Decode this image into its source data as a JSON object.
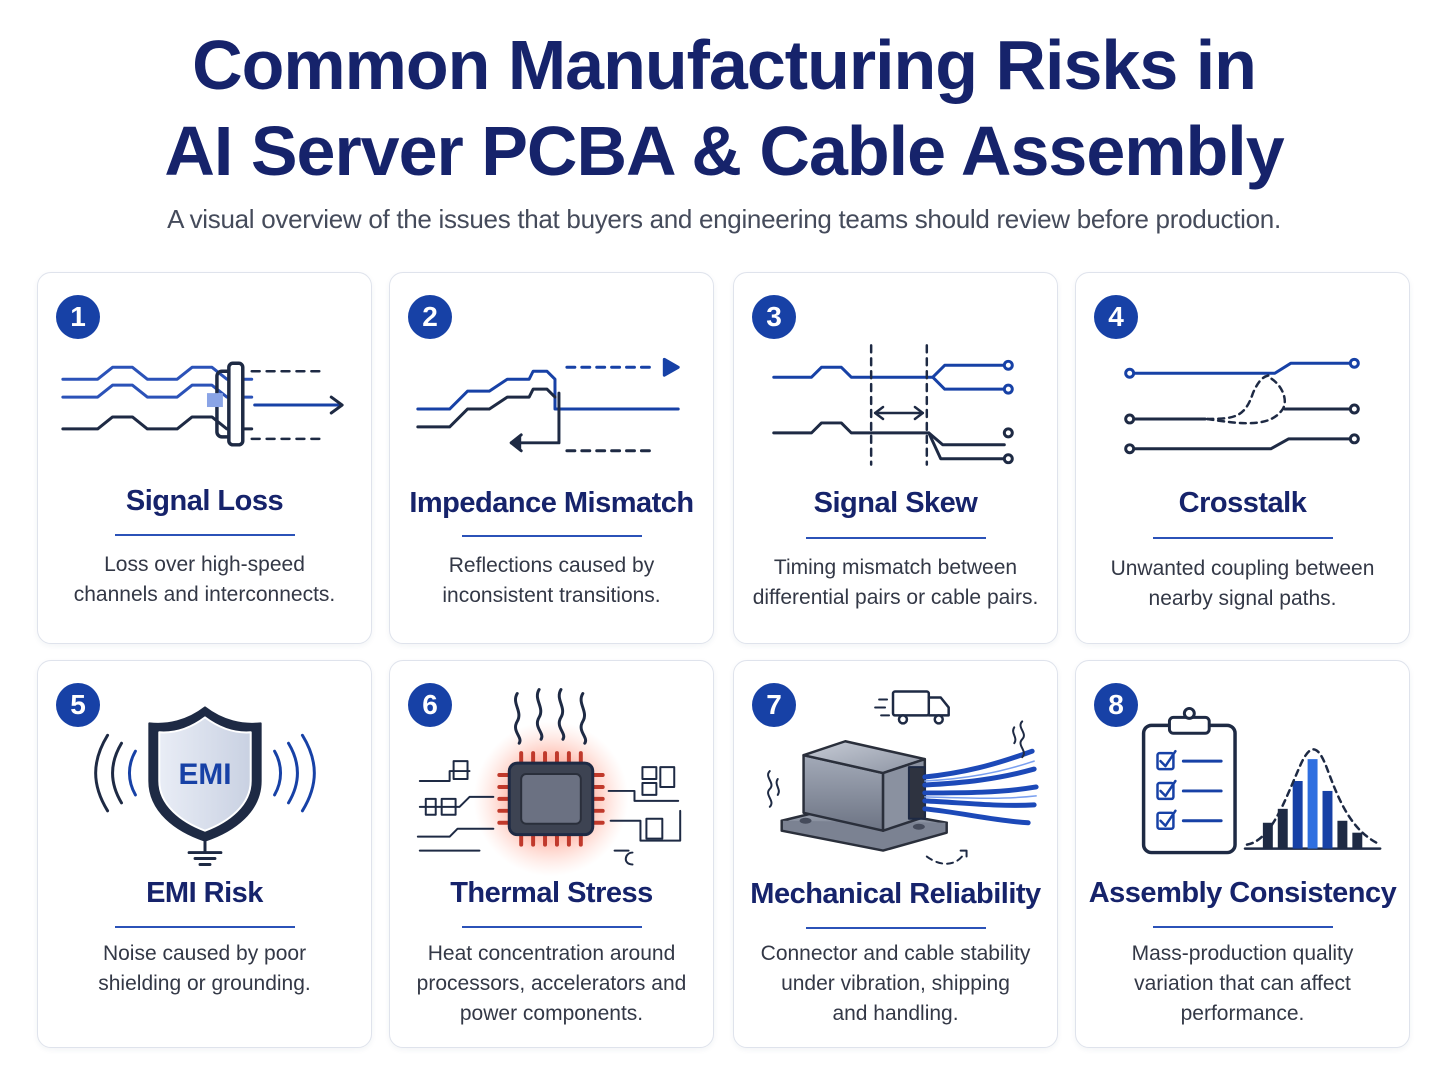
{
  "header": {
    "title_line1": "Common Manufacturing Risks in",
    "title_line2": "AI Server PCBA & Cable Assembly",
    "subtitle": "A visual overview of the issues that buyers and engineering teams should review before production."
  },
  "colors": {
    "navy": "#16236b",
    "accent_blue": "#1741a6",
    "line_blue": "#2b52b8",
    "dark_line": "#1e2a44",
    "heat_red": "#e8402e"
  },
  "cards": [
    {
      "number": "1",
      "title": "Signal Loss",
      "desc_line1": "Loss over high-speed",
      "desc_line2": "channels and interconnects.",
      "icon": "signal-loss-icon"
    },
    {
      "number": "2",
      "title": "Impedance Mismatch",
      "desc_line1": "Reflections caused by",
      "desc_line2": "inconsistent transitions.",
      "icon": "impedance-mismatch-icon"
    },
    {
      "number": "3",
      "title": "Signal Skew",
      "desc_line1": "Timing mismatch between",
      "desc_line2": "differential pairs or cable pairs.",
      "icon": "signal-skew-icon"
    },
    {
      "number": "4",
      "title": "Crosstalk",
      "desc_line1": "Unwanted coupling between",
      "desc_line2": "nearby signal paths.",
      "icon": "crosstalk-icon"
    },
    {
      "number": "5",
      "title": "EMI Risk",
      "desc_line1": "Noise caused by poor",
      "desc_line2": "shielding or grounding.",
      "icon": "emi-shield-icon",
      "icon_text": "EMI"
    },
    {
      "number": "6",
      "title": "Thermal Stress",
      "desc_line1": "Heat concentration around",
      "desc_line2": "processors, accelerators and",
      "desc_line3": "power components.",
      "icon": "hot-chip-icon"
    },
    {
      "number": "7",
      "title": "Mechanical Reliability",
      "desc_line1": "Connector and cable stability",
      "desc_line2": "under vibration, shipping",
      "desc_line3": "and handling.",
      "icon": "connector-vibration-icon"
    },
    {
      "number": "8",
      "title": "Assembly Consistency",
      "desc_line1": "Mass-production quality",
      "desc_line2": "variation that can affect",
      "desc_line3": "performance.",
      "icon": "checklist-histogram-icon"
    }
  ]
}
